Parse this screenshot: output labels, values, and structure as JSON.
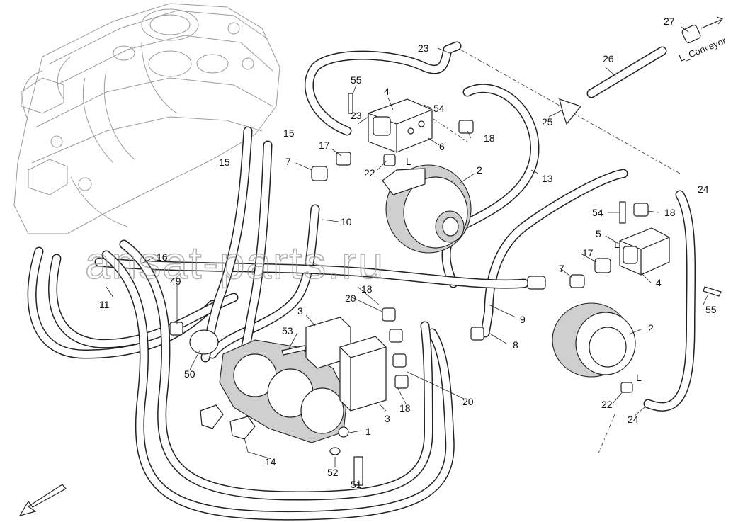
{
  "watermark": "ansat-parts.ru",
  "callouts": [
    {
      "n": "27"
    },
    {
      "n": "23"
    },
    {
      "n": "26"
    },
    {
      "n": "55"
    },
    {
      "n": "4"
    },
    {
      "n": "54"
    },
    {
      "n": "23"
    },
    {
      "n": "18"
    },
    {
      "n": "25"
    },
    {
      "n": "15"
    },
    {
      "n": "15"
    },
    {
      "n": "17"
    },
    {
      "n": "6"
    },
    {
      "n": "7"
    },
    {
      "n": "22"
    },
    {
      "n": "2"
    },
    {
      "n": "13"
    },
    {
      "n": "24"
    },
    {
      "n": "54"
    },
    {
      "n": "18"
    },
    {
      "n": "10"
    },
    {
      "n": "5"
    },
    {
      "n": "16"
    },
    {
      "n": "17"
    },
    {
      "n": "49"
    },
    {
      "n": "18"
    },
    {
      "n": "7"
    },
    {
      "n": "20"
    },
    {
      "n": "4"
    },
    {
      "n": "11"
    },
    {
      "n": "9"
    },
    {
      "n": "55"
    },
    {
      "n": "3"
    },
    {
      "n": "53"
    },
    {
      "n": "2"
    },
    {
      "n": "8"
    },
    {
      "n": "50"
    },
    {
      "n": "20"
    },
    {
      "n": "18"
    },
    {
      "n": "3"
    },
    {
      "n": "1"
    },
    {
      "n": "22"
    },
    {
      "n": "24"
    },
    {
      "n": "14"
    },
    {
      "n": "52"
    },
    {
      "n": "51"
    }
  ],
  "port_labels": [
    {
      "text": "L"
    },
    {
      "text": "L"
    },
    {
      "text": "L"
    }
  ],
  "conveyor_label": "L_Conveyor"
}
